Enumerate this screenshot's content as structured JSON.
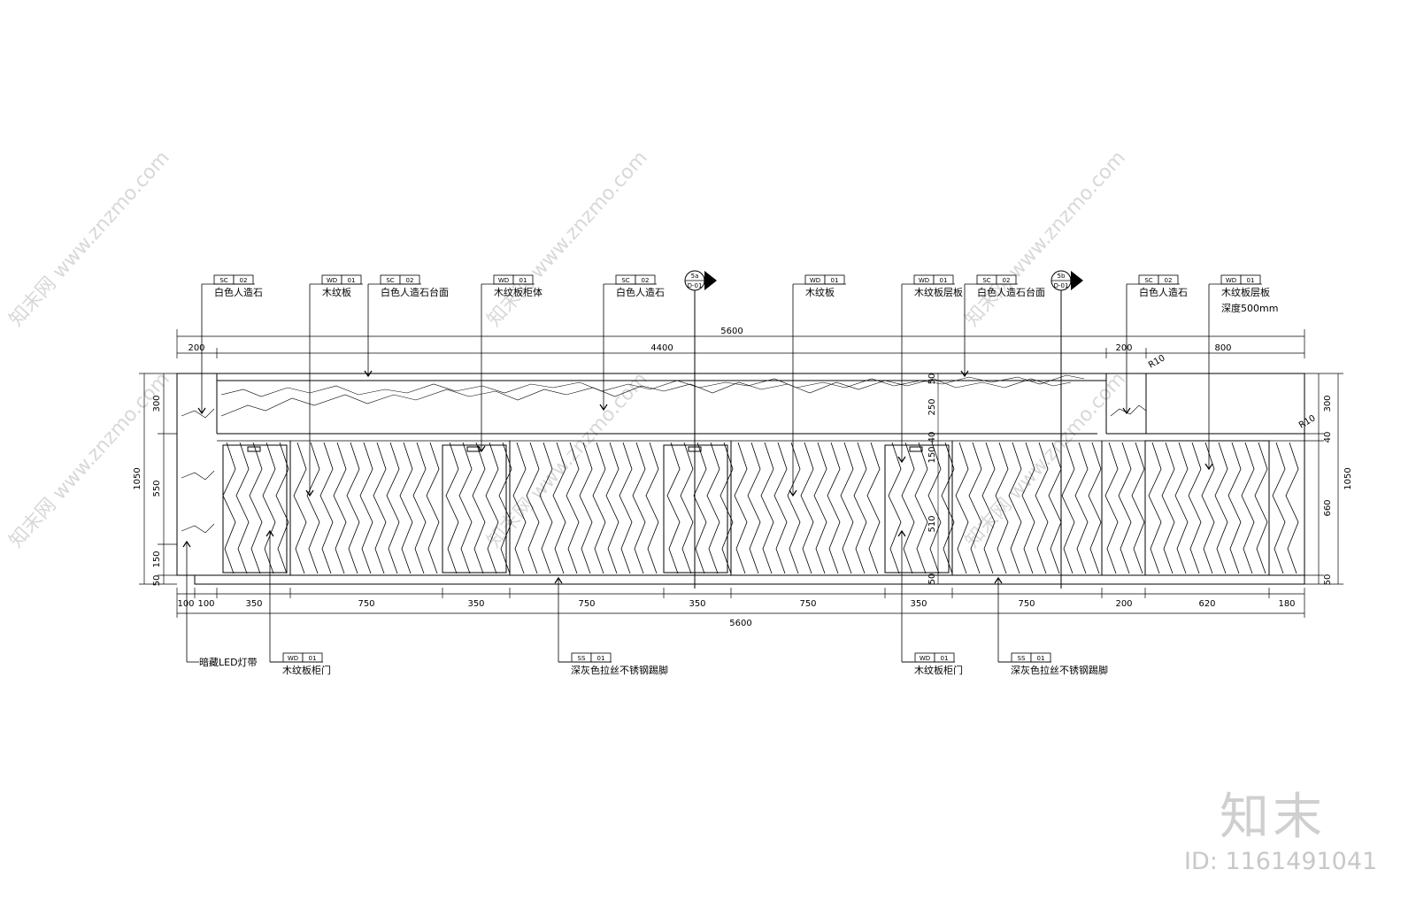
{
  "watermark": {
    "site": "知末网 www.znzmo.com",
    "brand": "知末",
    "id_text": "ID: 1161491041"
  },
  "callouts_top": [
    {
      "code": "SC",
      "num": "02",
      "text": "白色人造石"
    },
    {
      "code": "WD",
      "num": "01",
      "text": "木纹板"
    },
    {
      "code": "SC",
      "num": "02",
      "text": "白色人造石台面"
    },
    {
      "code": "WD",
      "num": "01",
      "text": "木纹板柜体"
    },
    {
      "code": "SC",
      "num": "02",
      "text": "白色人造石"
    },
    {
      "code": "WD",
      "num": "01",
      "text": "木纹板"
    },
    {
      "code": "WD",
      "num": "01",
      "text": "木纹板层板"
    },
    {
      "code": "SC",
      "num": "02",
      "text": "白色人造石台面"
    },
    {
      "code": "SC",
      "num": "02",
      "text": "白色人造石"
    },
    {
      "code": "WD",
      "num": "01",
      "text": "木纹板层板"
    }
  ],
  "callout_extra": "深度500mm",
  "section_marks": [
    {
      "top": "5a",
      "bottom": "D-01"
    },
    {
      "top": "5b",
      "bottom": "D-01"
    }
  ],
  "callouts_bottom": [
    {
      "code": "",
      "num": "",
      "text": "暗藏LED灯带"
    },
    {
      "code": "WD",
      "num": "01",
      "text": "木纹板柜门"
    },
    {
      "code": "SS",
      "num": "01",
      "text": "深灰色拉丝不锈钢踢脚"
    },
    {
      "code": "WD",
      "num": "01",
      "text": "木纹板柜门"
    },
    {
      "code": "SS",
      "num": "01",
      "text": "深灰色拉丝不锈钢踢脚"
    }
  ],
  "dims_top_total": "5600",
  "dims_top": [
    "200",
    "4400",
    "200",
    "800"
  ],
  "dims_bottom": [
    "100",
    "100",
    "350",
    "750",
    "350",
    "750",
    "350",
    "750",
    "350",
    "750",
    "200",
    "620",
    "180"
  ],
  "dims_bottom_total": "5600",
  "dims_left": [
    "300",
    "550",
    "150",
    "50"
  ],
  "dims_left_total": "1050",
  "dims_right": [
    "300",
    "40",
    "660",
    "50"
  ],
  "dims_right_total": "1050",
  "dims_inner": [
    "50",
    "250",
    "40",
    "150",
    "510",
    "50"
  ],
  "radius_labels": [
    "R10",
    "R10"
  ]
}
